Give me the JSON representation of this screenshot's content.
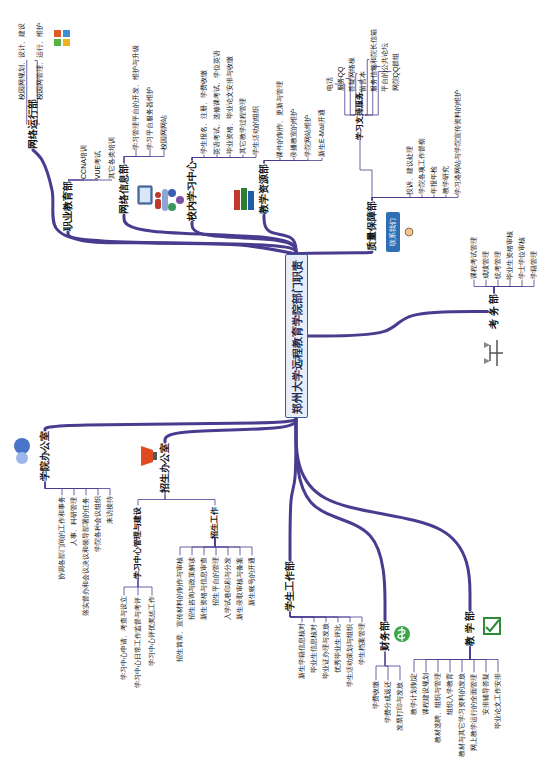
{
  "diagram": {
    "title": "郑州大学远程教育学院部门职责",
    "nodes": [
      {
        "text": [
          "郑州大学远程教育学院部门职责"
        ]
      },
      {
        "text": [
          "网络运行部"
        ]
      },
      {
        "text": [
          "校园网规划、设计、建设"
        ]
      },
      {
        "text": [
          "校园网管理、运行、维护"
        ]
      },
      {
        "text": [
          "职业教育部"
        ]
      },
      {
        "text": [
          "CCNA培训"
        ]
      },
      {
        "text": [
          "VUE考试"
        ]
      },
      {
        "text": [
          "其它各类培训"
        ]
      },
      {
        "text": [
          "网络信息部"
        ]
      },
      {
        "text": [
          "学习管理平台的开发、维护与升级"
        ]
      },
      {
        "text": [
          "学习平台服务器维护"
        ]
      },
      {
        "text": [
          "校园网网站"
        ]
      },
      {
        "text": [
          "校内学习中心"
        ]
      },
      {
        "text": [
          "学生报名、注册、学费收缴"
        ]
      },
      {
        "text": [
          "英语考试、选修课考试、学位英语"
        ]
      },
      {
        "text": [
          "毕业资格、毕业论文安排与收缴"
        ]
      },
      {
        "text": [
          "其它教学过程管理"
        ]
      },
      {
        "text": [
          "学生活动的组织"
        ]
      },
      {
        "text": [
          "教学资源部"
        ]
      },
      {
        "text": [
          "课件的制作、更新与管理"
        ]
      },
      {
        "text": [
          "录播教室的维护"
        ]
      },
      {
        "text": [
          "学院网站维护"
        ]
      },
      {
        "text": [
          "新生E-Mail开通"
        ]
      },
      {
        "text": [
          "质量保障部"
        ]
      },
      {
        "text": [
          "学习支持服务"
        ]
      },
      {
        "text": [
          "电话"
        ]
      },
      {
        "text": [
          "服务QQ"
        ]
      },
      {
        "text": [
          "答疑网络板"
        ]
      },
      {
        "text": [
          "留言本"
        ]
      },
      {
        "text": [
          "服务信箱和院长信箱"
        ]
      },
      {
        "text": [
          "平台的公共论坛"
        ]
      },
      {
        "text": [
          "网院QQ群组"
        ]
      },
      {
        "text": [
          "投诉、建议处理"
        ]
      },
      {
        "text": [
          "学院各项工作督察"
        ]
      },
      {
        "text": [
          "年报年检"
        ]
      },
      {
        "text": [
          "教学研究"
        ]
      },
      {
        "text": [
          "学习港网站与学院宣传资料的维护"
        ]
      },
      {
        "text": [
          "考 务 部"
        ]
      },
      {
        "text": [
          "课程考试管理"
        ]
      },
      {
        "text": [
          "成绩管理"
        ]
      },
      {
        "text": [
          "统考管理"
        ]
      },
      {
        "text": [
          "毕业生资格审核"
        ]
      },
      {
        "text": [
          "学士学位审核"
        ]
      },
      {
        "text": [
          "学籍管理"
        ]
      },
      {
        "text": [
          "学院办公室"
        ]
      },
      {
        "text": [
          "协调各部门间的工作和事务"
        ]
      },
      {
        "text": [
          "人事、科研管理"
        ]
      },
      {
        "text": [
          "落实督办和会议决议和领导部署的任务"
        ]
      },
      {
        "text": [
          "学院各种会议组织"
        ]
      },
      {
        "text": [
          "来访接待"
        ]
      },
      {
        "text": [
          "招生办公室"
        ]
      },
      {
        "text": [
          "学习中心管理与建设"
        ]
      },
      {
        "text": [
          "学习中心申请、考查与设立"
        ]
      },
      {
        "text": [
          "学习中心日常工作监督与考评"
        ]
      },
      {
        "text": [
          "学习中心评优奖惩工作"
        ]
      },
      {
        "text": [
          "招生工作"
        ]
      },
      {
        "text": [
          "招生简章、宣传材料的制作与审核"
        ]
      },
      {
        "text": [
          "招生咨询与政策解读"
        ]
      },
      {
        "text": [
          "新生资格与信息审查"
        ]
      },
      {
        "text": [
          "招生平台的管理"
        ]
      },
      {
        "text": [
          "入学试卷印刷与分发"
        ]
      },
      {
        "text": [
          "新生录取审核与备案"
        ]
      },
      {
        "text": [
          "新生账号的开通"
        ]
      },
      {
        "text": [
          "学生工作部"
        ]
      },
      {
        "text": [
          "新生学籍信息核对"
        ]
      },
      {
        "text": [
          "毕业生信息核对"
        ]
      },
      {
        "text": [
          "毕业证办理与发放"
        ]
      },
      {
        "text": [
          "优秀毕业生评比"
        ]
      },
      {
        "text": [
          "学生活动策划与组织"
        ]
      },
      {
        "text": [
          "学生档案管理"
        ]
      },
      {
        "text": [
          "财务部"
        ]
      },
      {
        "text": [
          "学费收缴"
        ]
      },
      {
        "text": [
          "学费分成返还"
        ]
      },
      {
        "text": [
          "发票打印与发放"
        ]
      },
      {
        "text": [
          "教 学 部"
        ]
      },
      {
        "text": [
          "教学计划制定"
        ]
      },
      {
        "text": [
          "课程建设规划"
        ]
      },
      {
        "text": [
          "教材选聘、组织与管理"
        ]
      },
      {
        "text": [
          "组织入学教育"
        ]
      },
      {
        "text": [
          "教材与其它学习资料的发放"
        ]
      },
      {
        "text": [
          "网上教学运行的全面管理"
        ]
      },
      {
        "text": [
          "安排辅导答疑"
        ]
      },
      {
        "text": [
          "毕业论文工作安排"
        ]
      }
    ],
    "edges": [
      {
        "from": 0,
        "to": 1,
        "arrow": "none"
      },
      {
        "from": 1,
        "to": 2,
        "arrow": "none"
      },
      {
        "from": 1,
        "to": 3,
        "arrow": "none"
      },
      {
        "from": 0,
        "to": 4,
        "arrow": "none"
      },
      {
        "from": 4,
        "to": 5,
        "arrow": "none"
      },
      {
        "from": 4,
        "to": 6,
        "arrow": "none"
      },
      {
        "from": 4,
        "to": 7,
        "arrow": "none"
      },
      {
        "from": 0,
        "to": 8,
        "arrow": "none"
      },
      {
        "from": 8,
        "to": 9,
        "arrow": "none"
      },
      {
        "from": 8,
        "to": 10,
        "arrow": "none"
      },
      {
        "from": 8,
        "to": 11,
        "arrow": "none"
      },
      {
        "from": 0,
        "to": 12,
        "arrow": "none"
      },
      {
        "from": 12,
        "to": 13,
        "arrow": "none"
      },
      {
        "from": 12,
        "to": 14,
        "arrow": "none"
      },
      {
        "from": 12,
        "to": 15,
        "arrow": "none"
      },
      {
        "from": 12,
        "to": 16,
        "arrow": "none"
      },
      {
        "from": 12,
        "to": 17,
        "arrow": "none"
      },
      {
        "from": 0,
        "to": 18,
        "arrow": "none"
      },
      {
        "from": 18,
        "to": 19,
        "arrow": "none"
      },
      {
        "from": 18,
        "to": 20,
        "arrow": "none"
      },
      {
        "from": 18,
        "to": 21,
        "arrow": "none"
      },
      {
        "from": 18,
        "to": 22,
        "arrow": "none"
      },
      {
        "from": 0,
        "to": 23,
        "arrow": "none"
      },
      {
        "from": 23,
        "to": 24,
        "arrow": "none"
      },
      {
        "from": 24,
        "to": 25,
        "arrow": "none"
      },
      {
        "from": 24,
        "to": 26,
        "arrow": "none"
      },
      {
        "from": 24,
        "to": 27,
        "arrow": "none"
      },
      {
        "from": 24,
        "to": 28,
        "arrow": "none"
      },
      {
        "from": 24,
        "to": 29,
        "arrow": "none"
      },
      {
        "from": 24,
        "to": 30,
        "arrow": "none"
      },
      {
        "from": 24,
        "to": 31,
        "arrow": "none"
      },
      {
        "from": 23,
        "to": 32,
        "arrow": "none"
      },
      {
        "from": 23,
        "to": 33,
        "arrow": "none"
      },
      {
        "from": 23,
        "to": 34,
        "arrow": "none"
      },
      {
        "from": 23,
        "to": 35,
        "arrow": "none"
      },
      {
        "from": 23,
        "to": 36,
        "arrow": "none"
      },
      {
        "from": 0,
        "to": 37,
        "arrow": "none"
      },
      {
        "from": 37,
        "to": 38,
        "arrow": "none"
      },
      {
        "from": 37,
        "to": 39,
        "arrow": "none"
      },
      {
        "from": 37,
        "to": 40,
        "arrow": "none"
      },
      {
        "from": 37,
        "to": 41,
        "arrow": "none"
      },
      {
        "from": 37,
        "to": 42,
        "arrow": "none"
      },
      {
        "from": 37,
        "to": 43,
        "arrow": "none"
      },
      {
        "from": 0,
        "to": 44,
        "arrow": "none"
      },
      {
        "from": 44,
        "to": 45,
        "arrow": "none"
      },
      {
        "from": 44,
        "to": 46,
        "arrow": "none"
      },
      {
        "from": 44,
        "to": 47,
        "arrow": "none"
      },
      {
        "from": 44,
        "to": 48,
        "arrow": "none"
      },
      {
        "from": 44,
        "to": 49,
        "arrow": "none"
      },
      {
        "from": 0,
        "to": 50,
        "arrow": "none"
      },
      {
        "from": 50,
        "to": 51,
        "arrow": "none"
      },
      {
        "from": 51,
        "to": 52,
        "arrow": "none"
      },
      {
        "from": 51,
        "to": 53,
        "arrow": "none"
      },
      {
        "from": 51,
        "to": 54,
        "arrow": "none"
      },
      {
        "from": 50,
        "to": 55,
        "arrow": "none"
      },
      {
        "from": 55,
        "to": 56,
        "arrow": "none"
      },
      {
        "from": 55,
        "to": 57,
        "arrow": "none"
      },
      {
        "from": 55,
        "to": 58,
        "arrow": "none"
      },
      {
        "from": 55,
        "to": 59,
        "arrow": "none"
      },
      {
        "from": 55,
        "to": 60,
        "arrow": "none"
      },
      {
        "from": 55,
        "to": 61,
        "arrow": "none"
      },
      {
        "from": 55,
        "to": 62,
        "arrow": "none"
      },
      {
        "from": 0,
        "to": 63,
        "arrow": "none"
      },
      {
        "from": 63,
        "to": 64,
        "arrow": "none"
      },
      {
        "from": 63,
        "to": 65,
        "arrow": "none"
      },
      {
        "from": 63,
        "to": 66,
        "arrow": "none"
      },
      {
        "from": 63,
        "to": 67,
        "arrow": "none"
      },
      {
        "from": 63,
        "to": 68,
        "arrow": "none"
      },
      {
        "from": 63,
        "to": 69,
        "arrow": "none"
      },
      {
        "from": 0,
        "to": 70,
        "arrow": "none"
      },
      {
        "from": 70,
        "to": 71,
        "arrow": "none"
      },
      {
        "from": 70,
        "to": 72,
        "arrow": "none"
      },
      {
        "from": 70,
        "to": 73,
        "arrow": "none"
      },
      {
        "from": 0,
        "to": 74,
        "arrow": "none"
      },
      {
        "from": 74,
        "to": 75,
        "arrow": "none"
      },
      {
        "from": 74,
        "to": 76,
        "arrow": "none"
      },
      {
        "from": 74,
        "to": 77,
        "arrow": "none"
      },
      {
        "from": 74,
        "to": 78,
        "arrow": "none"
      },
      {
        "from": 74,
        "to": 79,
        "arrow": "none"
      },
      {
        "from": 74,
        "to": 80,
        "arrow": "none"
      },
      {
        "from": 74,
        "to": 81,
        "arrow": "none"
      },
      {
        "from": 74,
        "to": 82,
        "arrow": "none"
      }
    ],
    "labels": [
      "联系我们"
    ]
  }
}
